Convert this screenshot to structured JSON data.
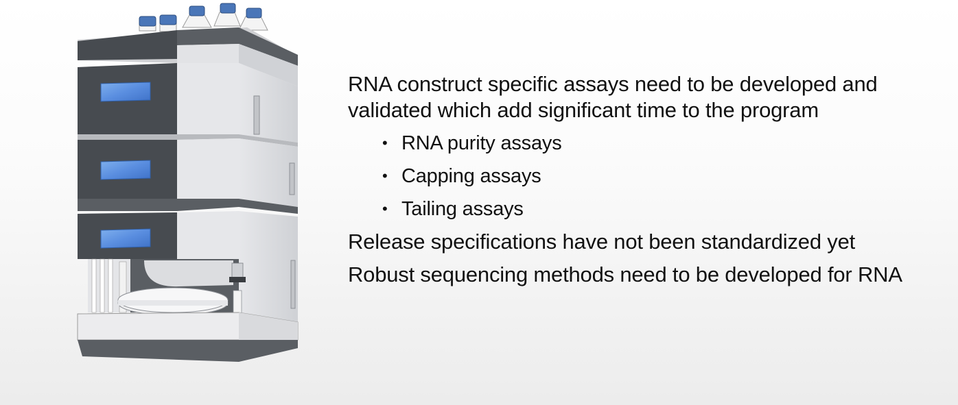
{
  "intro": "RNA construct specific assays need to be developed and validated which add significant time to the program",
  "sub_bullets": [
    "RNA purity assays",
    "Capping assays",
    "Tailing assays"
  ],
  "bullet_glyph": "•",
  "point_2": "Release specifications have not been standardized yet",
  "point_3": "Robust sequencing methods need to be developed for RNA",
  "colors": {
    "panel_dark": "#474b50",
    "panel_light": "#dcdde0",
    "screen_blue": "#5a8ee0",
    "cap_blue": "#4a76b8"
  }
}
